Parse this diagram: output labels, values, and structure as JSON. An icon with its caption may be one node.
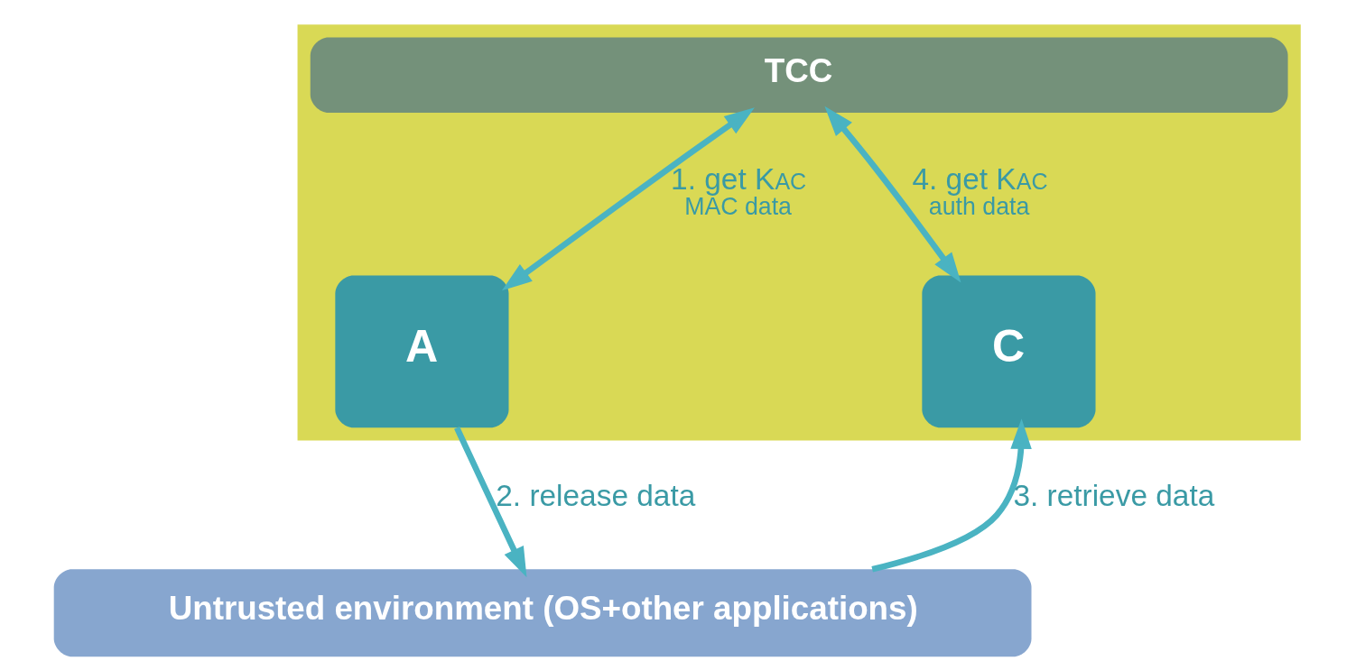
{
  "diagram": {
    "nodes": [
      {
        "text": [],
        "shape": "box"
      },
      {
        "text": [
          "TCC"
        ],
        "in": 0
      },
      {
        "text": [
          "A"
        ],
        "in": 0
      },
      {
        "text": [
          "C"
        ],
        "in": 0
      },
      {
        "text": [
          "Untrusted environment (OS+other applications)"
        ]
      }
    ],
    "edges": [
      {
        "from": 2,
        "to": 1,
        "arrow": "both",
        "label": "1. get K$_{AC}$ MAC data"
      },
      {
        "from": 2,
        "to": 4,
        "arrow": "to",
        "label": "2. release data"
      },
      {
        "from": 4,
        "to": 3,
        "arrow": "to",
        "label": "3. retrieve data"
      },
      {
        "from": 3,
        "to": 1,
        "arrow": "both",
        "label": "4. get K$_{AC}$ auth data"
      }
    ]
  }
}
